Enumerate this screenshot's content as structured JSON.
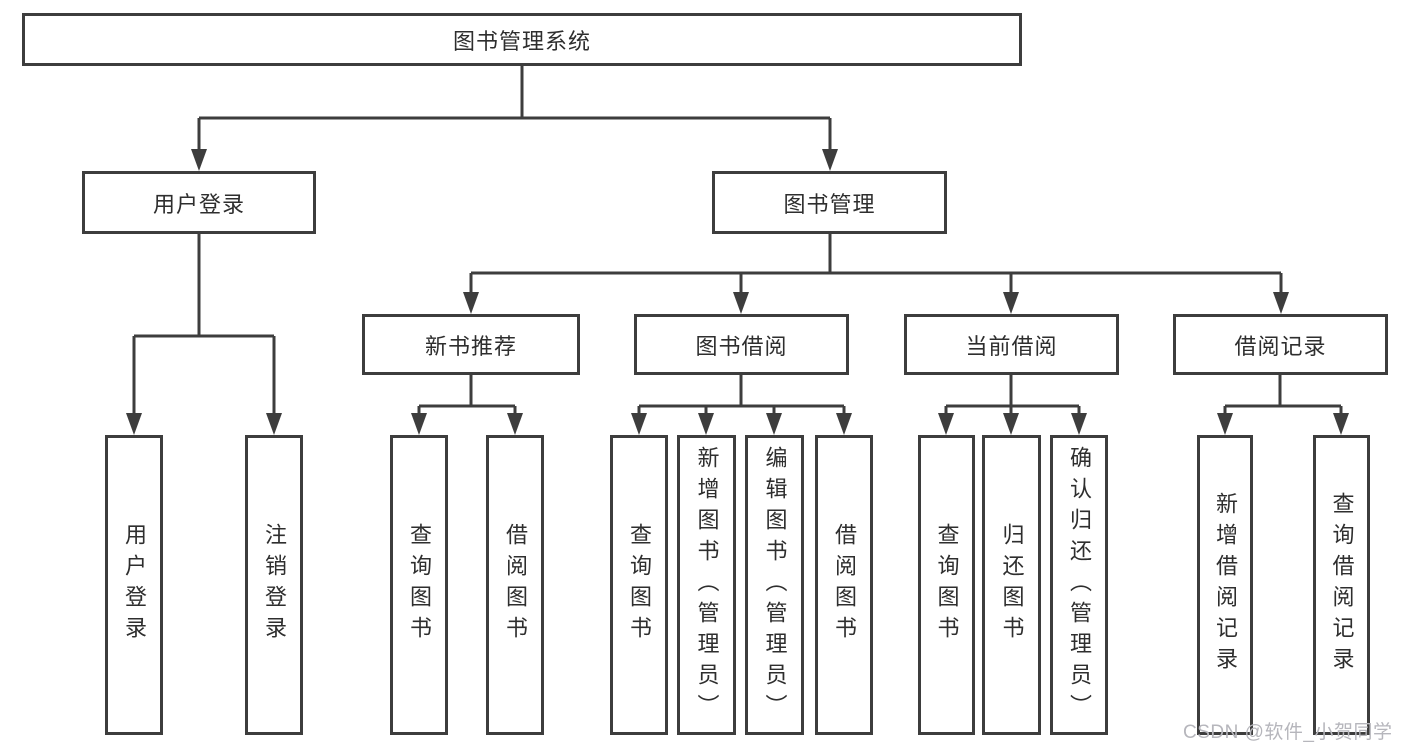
{
  "colors": {
    "line": "#3d3d3d",
    "text": "#2e2e2e",
    "watermark": "#b6b6bc",
    "background": "#ffffff"
  },
  "watermark": "CSDN @软件_小贺同学",
  "tree": {
    "root": "图书管理系统",
    "branches": [
      {
        "label": "用户登录",
        "children": [
          "用户登录",
          "注销登录"
        ]
      },
      {
        "label": "图书管理",
        "sections": [
          {
            "label": "新书推荐",
            "children": [
              "查询图书",
              "借阅图书"
            ]
          },
          {
            "label": "图书借阅",
            "children": [
              "查询图书",
              "新增图书（管理员）",
              "编辑图书（管理员）",
              "借阅图书"
            ]
          },
          {
            "label": "当前借阅",
            "children": [
              "查询图书",
              "归还图书",
              "确认归还（管理员）"
            ]
          },
          {
            "label": "借阅记录",
            "children": [
              "新增借阅记录",
              "查询借阅记录"
            ]
          }
        ]
      }
    ]
  }
}
